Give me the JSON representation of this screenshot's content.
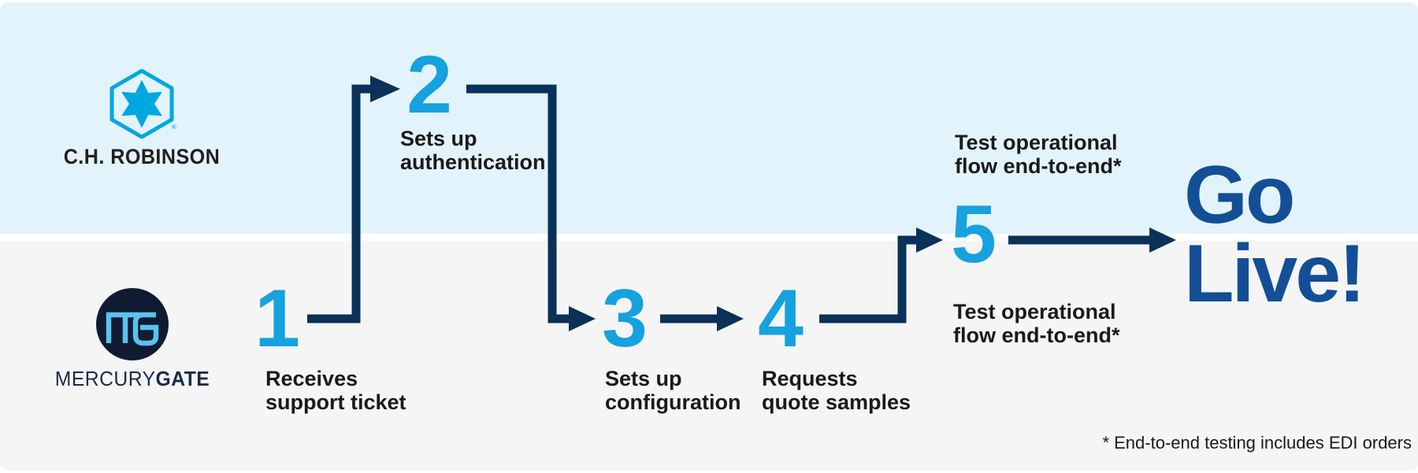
{
  "lanes": {
    "top": {
      "brand": "C.H. ROBINSON"
    },
    "bottom": {
      "brand_regular": "MERCURY",
      "brand_bold": "GATE"
    }
  },
  "steps": [
    {
      "number": "1",
      "label": [
        "Receives",
        "support ticket"
      ]
    },
    {
      "number": "2",
      "label": [
        "Sets up",
        "authentication"
      ]
    },
    {
      "number": "3",
      "label": [
        "Sets up",
        "configuration"
      ]
    },
    {
      "number": "4",
      "label": [
        "Requests",
        "quote samples"
      ]
    },
    {
      "number": "5",
      "label_top": [
        "Test operational",
        "flow end-to-end*"
      ],
      "label_bottom": [
        "Test operational",
        "flow end-to-end*"
      ]
    }
  ],
  "goal": {
    "line1": "Go",
    "line2": "Live!"
  },
  "footnote": "* End-to-end testing includes EDI orders",
  "colors": {
    "lane_top_bg": "#E3F3FB",
    "lane_bottom_bg": "#F5F5F6",
    "step_number": "#16A1DF",
    "connector": "#0A3158",
    "go_live": "#134F96",
    "label_text": "#1A1A1A",
    "chr_blue": "#00A7E1",
    "chr_text": "#231F20",
    "mg_circle": "#101B33",
    "mg_monogram": "#5BC2EC",
    "mg_text": "#1B2A4A"
  }
}
